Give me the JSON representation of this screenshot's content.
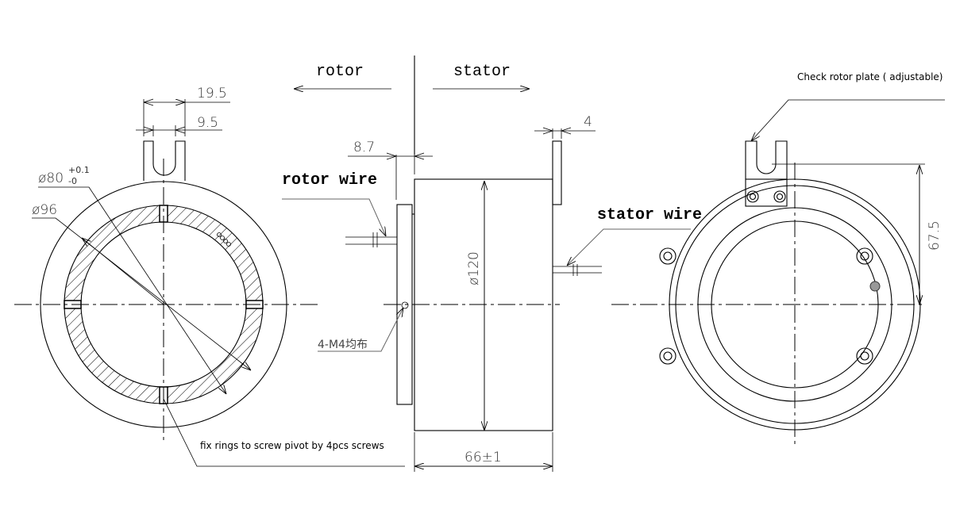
{
  "labels": {
    "rotor": "rotor",
    "stator": "stator",
    "rotor_wire": "rotor wire",
    "stator_wire": "stator wire",
    "check_rotor_plate": "Check rotor plate ( adjustable)",
    "fix_rings": "fix rings to screw pivot by 4pcs screws",
    "m4_holes": "4-M4均布"
  },
  "dimensions": {
    "tab_width": "19.5",
    "slot_width": "9.5",
    "bore_diameter": "ø80",
    "bore_tol_upper": "+0.1",
    "bore_tol_lower": "-0",
    "ring_diameter": "ø96",
    "rotor_plate_offset": "8.7",
    "stator_plate_thickness": "4",
    "body_diameter": "ø120",
    "body_length": "66±1",
    "slot_height": "67.5"
  }
}
